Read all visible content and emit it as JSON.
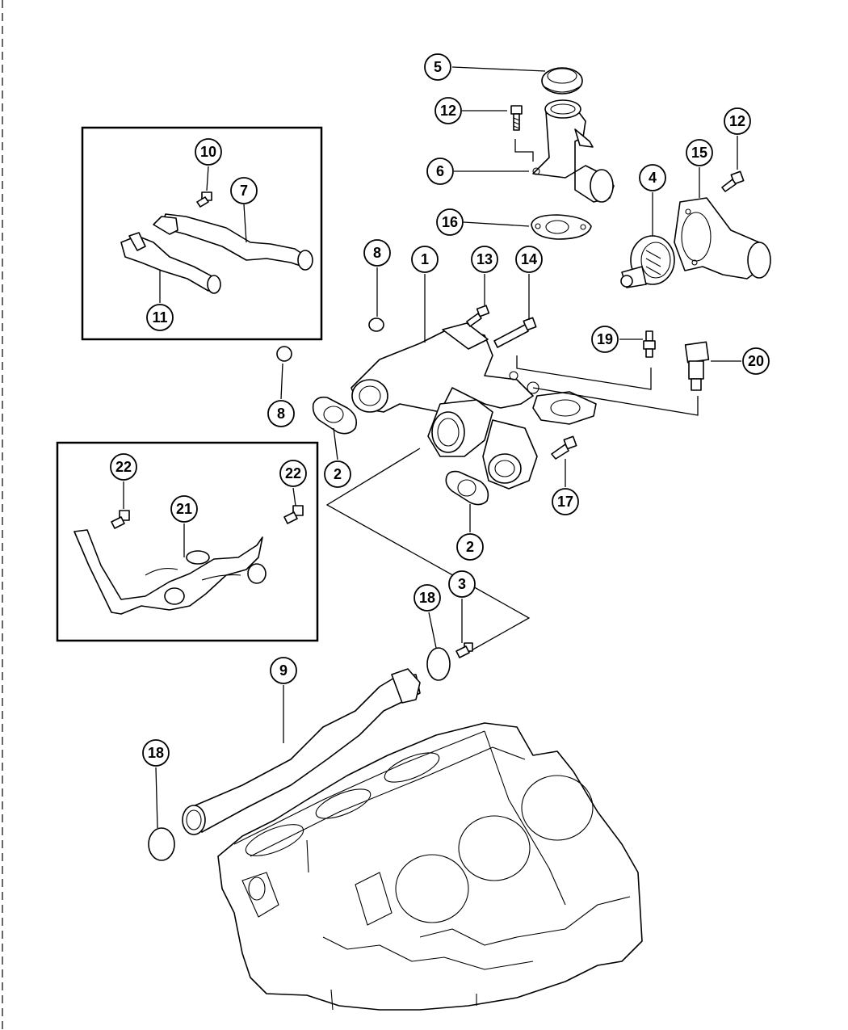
{
  "callouts": {
    "c5": "5",
    "c12a": "12",
    "c6": "6",
    "c16": "16",
    "c12b": "12",
    "c15": "15",
    "c4": "4",
    "c10": "10",
    "c7": "7",
    "c11": "11",
    "c8a": "8",
    "c1": "1",
    "c13": "13",
    "c14": "14",
    "c19": "19",
    "c20": "20",
    "c8b": "8",
    "c2a": "2",
    "c22a": "22",
    "c22b": "22",
    "c21": "21",
    "c17": "17",
    "c2b": "2",
    "c18a": "18",
    "c3": "3",
    "c9": "9",
    "c18b": "18"
  }
}
